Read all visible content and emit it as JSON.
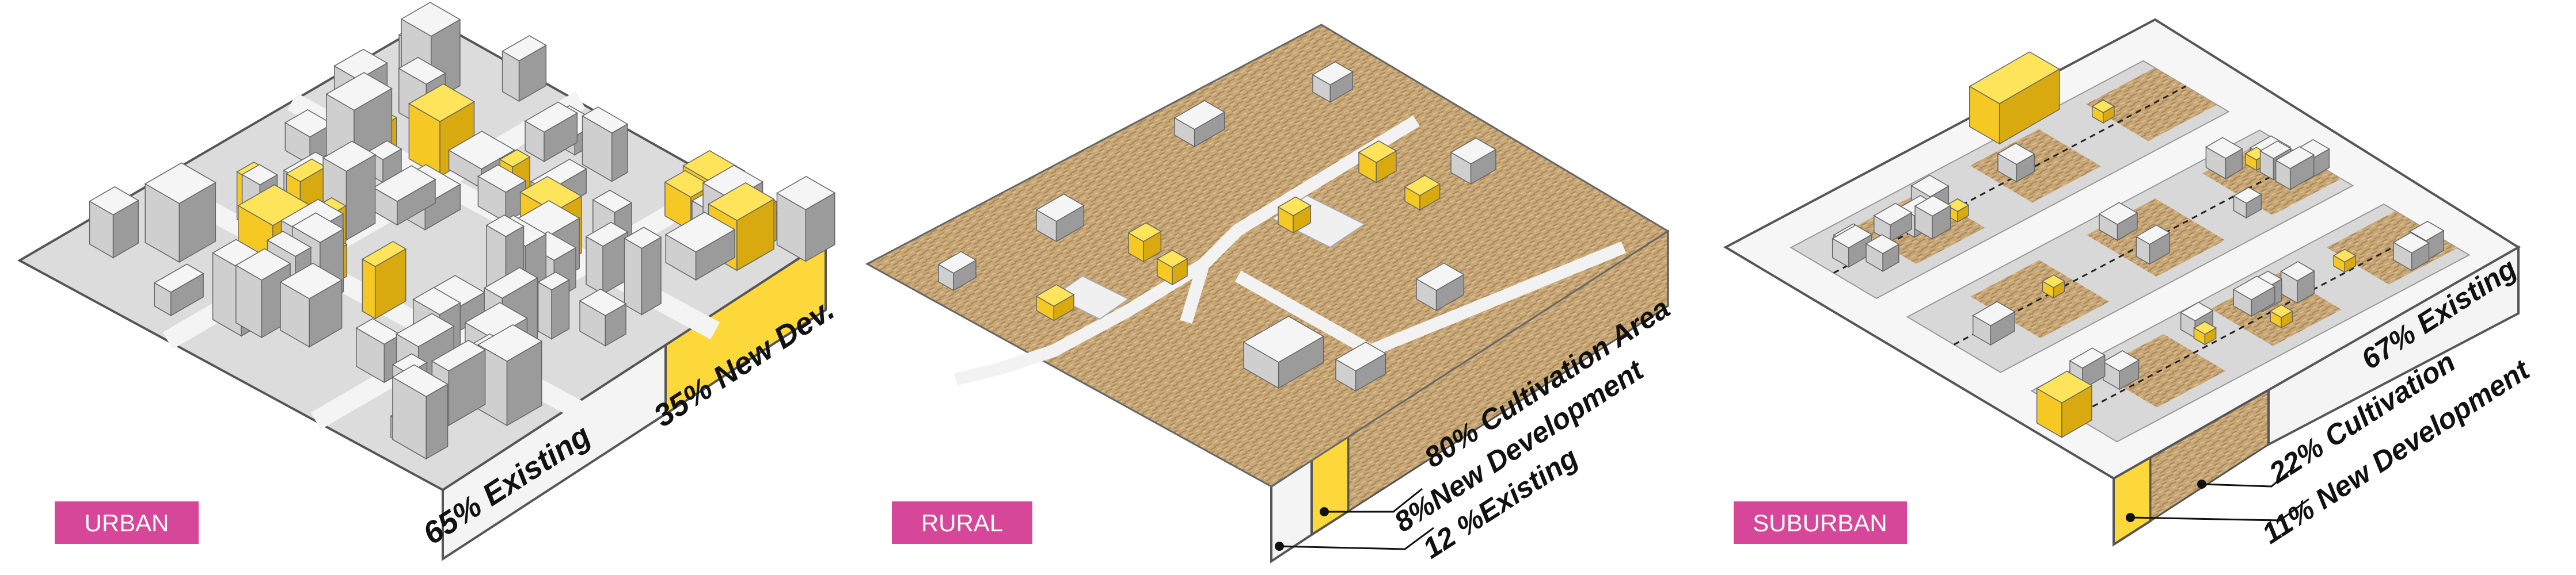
{
  "panels": {
    "urban": {
      "tag": "URBAN",
      "existing_label": "65% Existing",
      "new_label": "35% New Dev.",
      "shares": {
        "existing": 65,
        "new_development": 35
      }
    },
    "rural": {
      "tag": "RURAL",
      "cultivation_label": "80% Cultivation Area",
      "new_label": "8%New Development",
      "existing_label": "12 %Existing",
      "shares": {
        "cultivation": 80,
        "new_development": 8,
        "existing": 12
      }
    },
    "suburban": {
      "tag": "SUBURBAN",
      "existing_label": "67% Existing",
      "cultivation_label": "22% Cultivation",
      "new_label": "11% New Development",
      "shares": {
        "existing": 67,
        "cultivation": 22,
        "new_development": 11
      }
    }
  },
  "colors": {
    "tag": "#d6479a",
    "new_development": "#fdd83a",
    "existing": "#f3f3f3",
    "cultivation": "#c7a575",
    "ground": "#dcdcdc"
  }
}
